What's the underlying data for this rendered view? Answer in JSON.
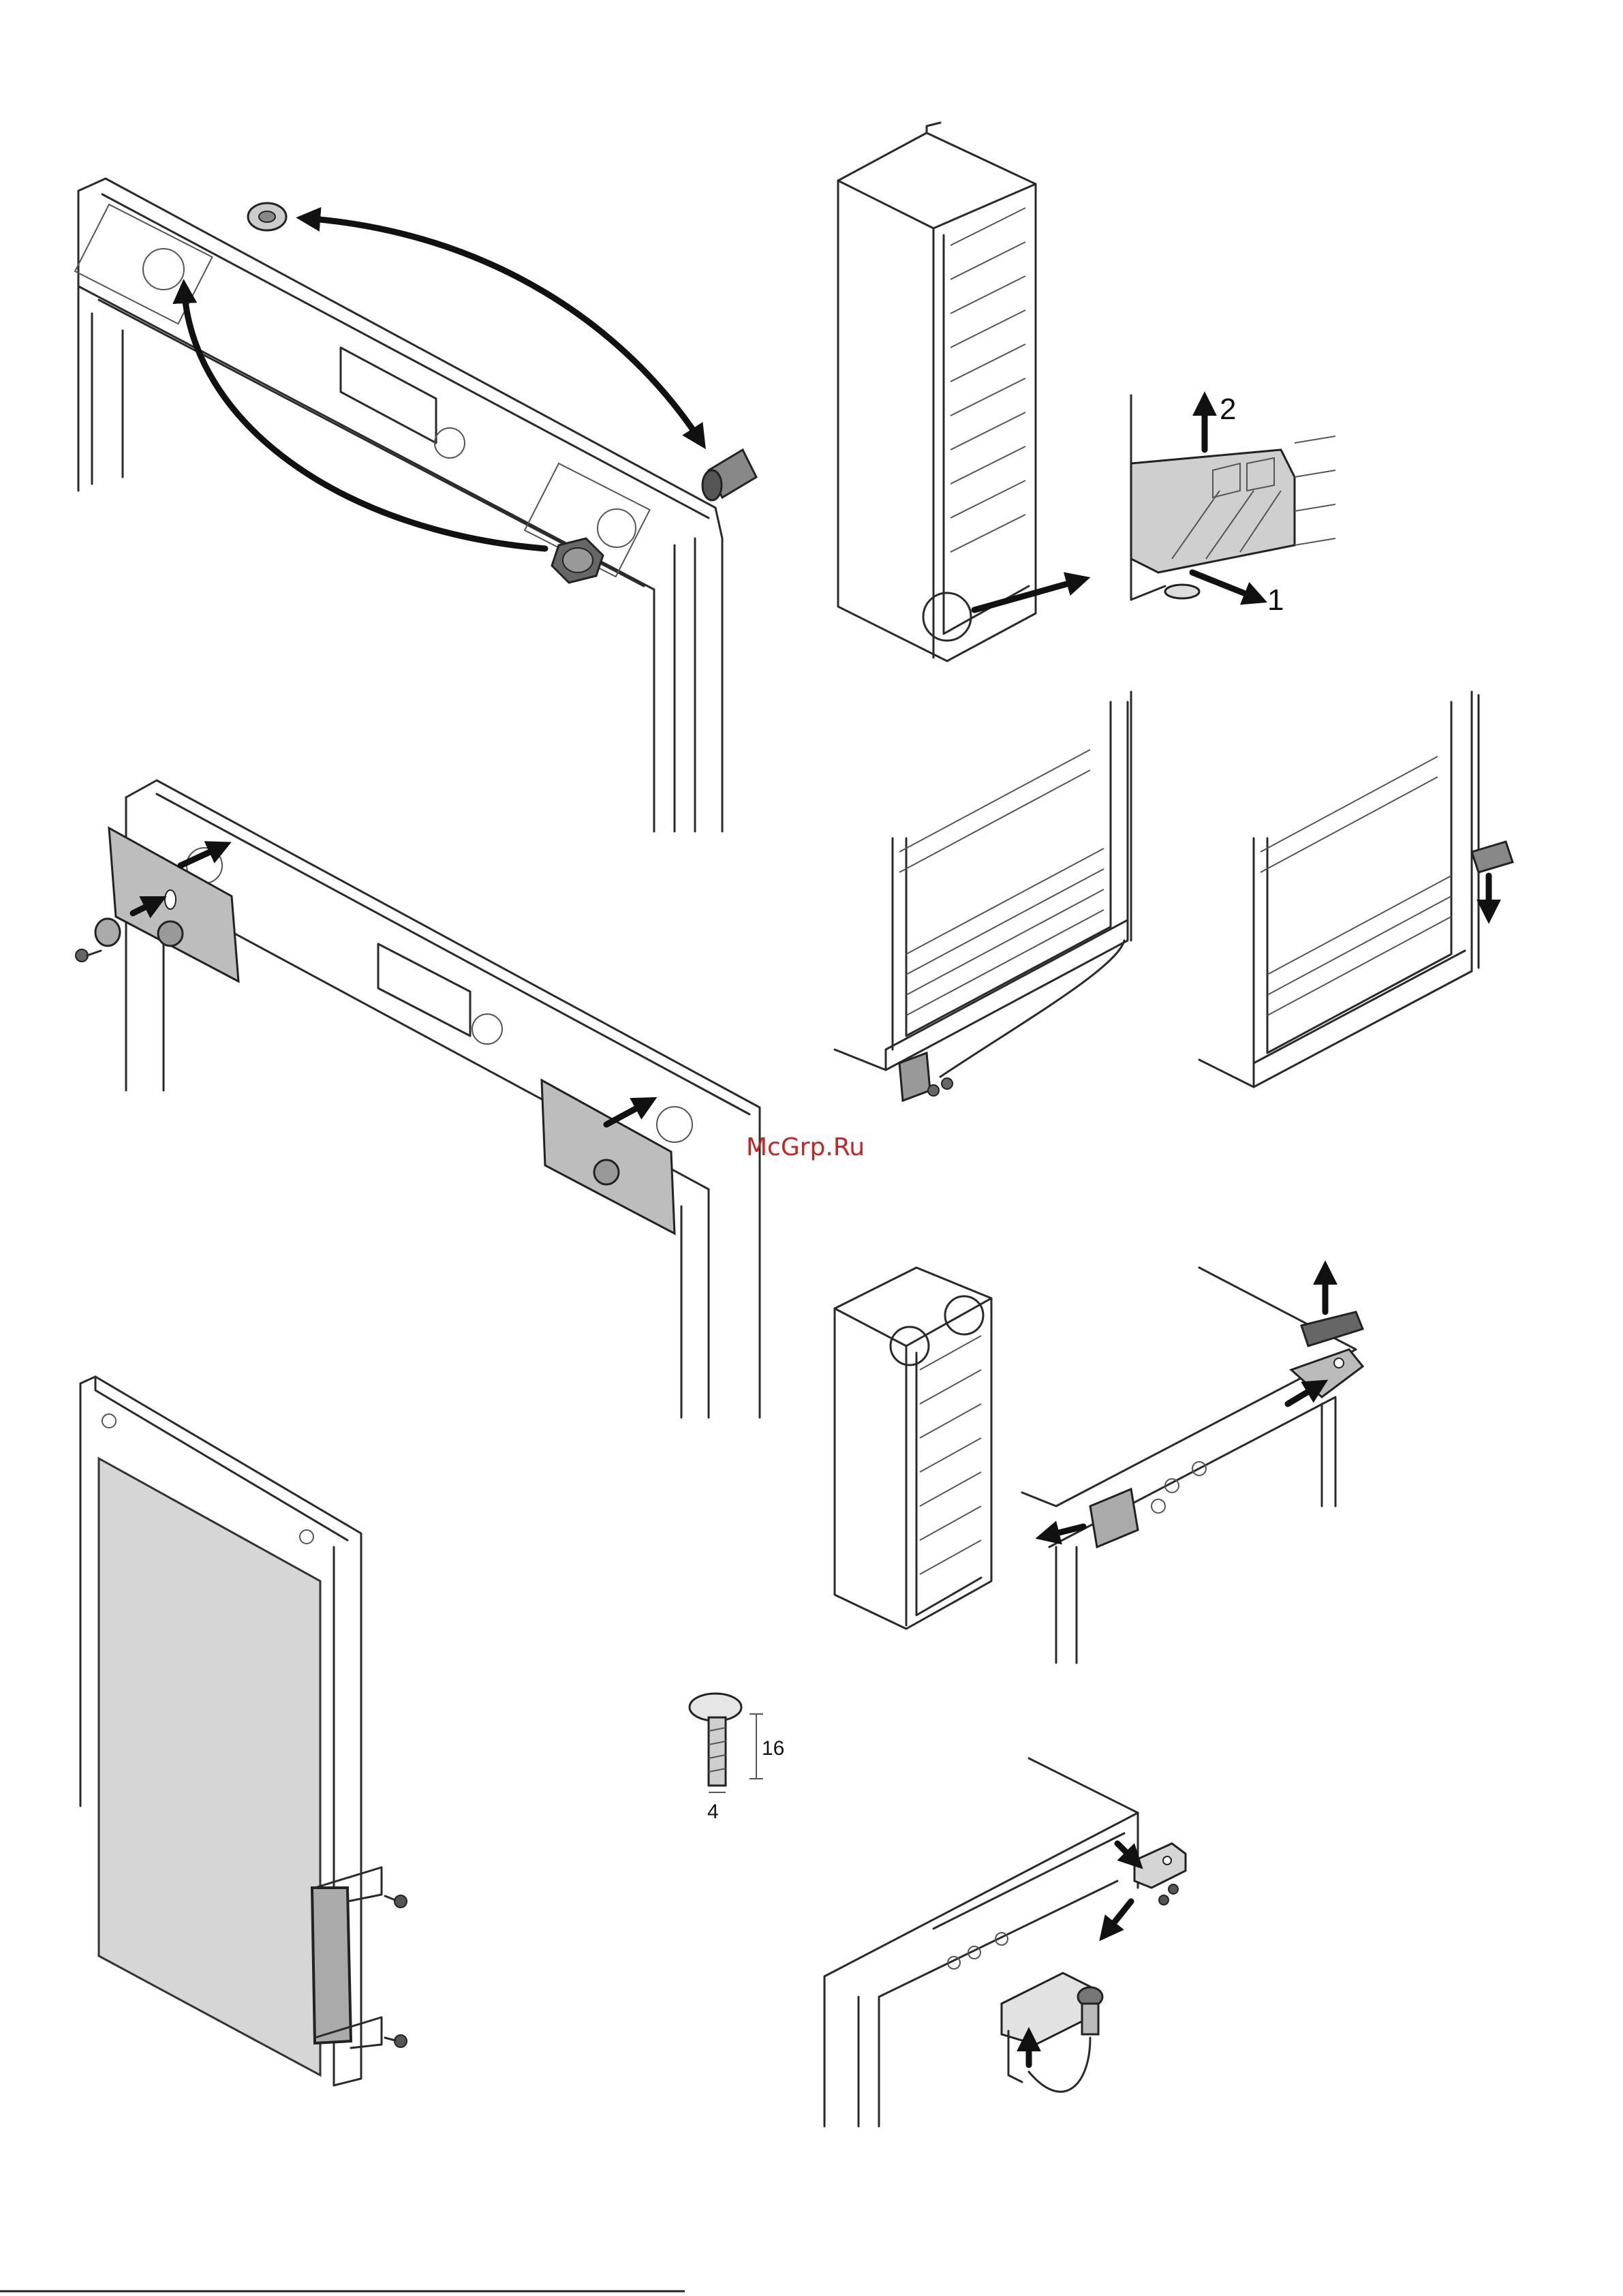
{
  "labels": {
    "pull_step": "1",
    "lift_step": "2",
    "screw_length": "16",
    "screw_diameter": "4"
  },
  "watermark": "McGrp.Ru",
  "colors": {
    "line": "#2a2a2a",
    "arrow": "#111111",
    "panel_fill": "#bdbdbd",
    "watermark": "#cc2222"
  }
}
